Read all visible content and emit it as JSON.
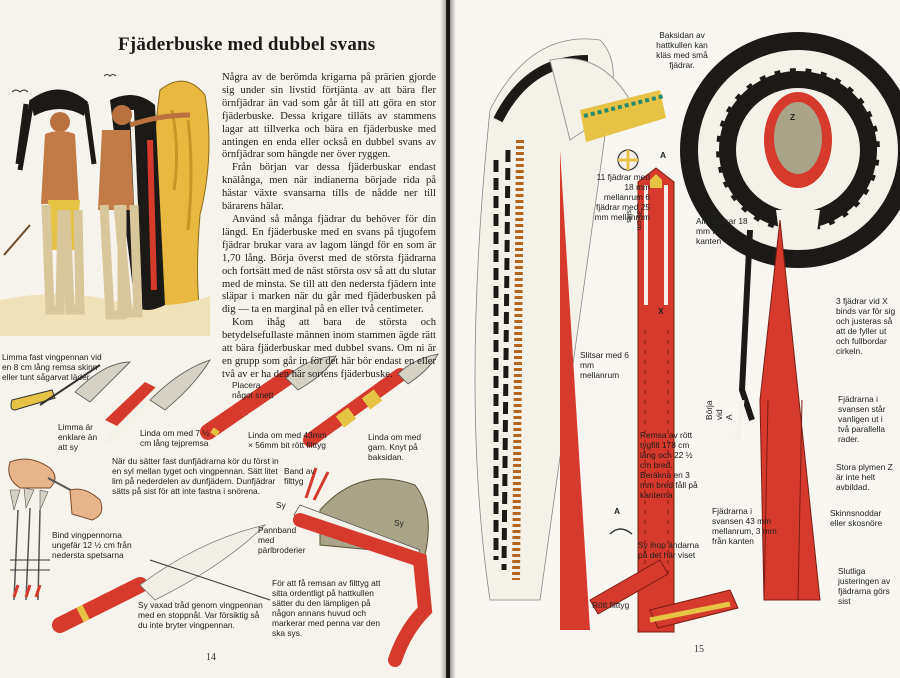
{
  "left_page": {
    "title": "Fjäderbuske med dubbel svans",
    "paragraphs": [
      "Några av de berömda krigarna på prärien gjorde sig under sin livstid förtjänta av att bära fler örnfjädrar än vad som går åt till att göra en stor fjäderbuske. Dessa krigare tilläts av stammens lagar att tillverka och bära en fjäderbuske med antingen en enda eller också en dubbel svans av örnfjädrar som hängde ner över ryggen.",
      "Från början var dessa fjäderbuskar endast knälånga, men när indianerna började rida på hästar växte svansarna tills de nådde ner till bärarens hälar.",
      "Använd så många fjädrar du behöver för din längd. En fjäderbuske med en svans på tjugofem fjädrar brukar vara av lagom längd för en som är 1,70 lång. Börja överst med de största fjädrarna och fortsätt med de näst största osv så att du slutar med de minsta. Se till att den nedersta fjädern inte släpar i marken när du går med fjäderbusken på dig — ta en marginal på en eller två centimeter.",
      "Kom ihåg att bara de största och betydelsefullaste männen inom stammen ägde rätt att bära fjäderbuskar med dubbel svans. Om ni är en grupp som går in för det här bör endast en eller två av er ha den här sortens fjäderbuske."
    ],
    "captions": {
      "c1": "Limma fast vingpennan vid en 8 cm lång remsa skinn eller tunt sågarvat läder",
      "c2": "Limma är enklare än att sy",
      "c3": "Linda om med 7 ½ cm lång tejpremsa",
      "c4": "Placera något snett",
      "c5": "Linda om med 43mm × 56mm bit rött filttyg",
      "c6": "Linda om med garn. Knyt på baksidan.",
      "c7": "När du sätter fast dunfjädrarna kör du först in en syl mellan tyget och vingpennan. Sätt litet lim på nederdelen av dunfjädern. Dunfjädrar sätts på sist för att inte fastna i snörena.",
      "c8": "Bind vingpennorna ungefär 12 ½ cm från nedersta spetsarna",
      "c9": "Band av filttyg",
      "c10": "Sy",
      "c11": "Pannband med pärlbroderier",
      "c12": "Sy",
      "c13": "Sy vaxad tråd genom vingpennan med en stoppnål. Var försiktig så du inte bryter vingpennan.",
      "c14": "För att få remsan av filttyg att sitta ordentligt på hattkullen sätter du den lämpligen på någon annans huvud och markerar med penna var den ska sys."
    },
    "page_number": "14"
  },
  "right_page": {
    "captions": {
      "r1": "Baksidan av hattkullen kan kläs med små fjädrar.",
      "r2": "A",
      "r3": "11 fjädrar med 18 mm mellanrum 6 fjädrar med 25 mm mellanrum",
      "r4": "35 cm slits",
      "r5": "Alla fjädrar 18 mm från kanten",
      "r6": "X",
      "r7": "X",
      "r8": "3 fjädrar vid X binds var för sig och justeras så att de fyller ut och fullbordar cirkeln.",
      "r9": "Slitsar med 6 mm mellanrum",
      "r10": "Remsa av rött tygfilt 178 cm lång och 22 ½ cm bred. Beräkna en 3 mm bred fåll på kanterna",
      "r11": "Börja vid A",
      "r12": "Fjädrarna i svansen står vanligen ut i två parallella rader.",
      "r13": "Stora plymen Z är inte helt avbildad.",
      "r14": "Skinnsnoddar eller skosnöre",
      "r15": "A",
      "r16": "Fjädrarna i svansen 43 mm mellanrum, 3 mm från kanten",
      "r17": "Sy ihop ändarna på det här viset",
      "r18": "Rött filttyg",
      "r19": "Slutliga justeringen av fjädrarna görs sist",
      "r20": "Z"
    },
    "page_number": "15"
  },
  "colors": {
    "paper": "#f6f3ec",
    "felt_red": "#d63a2c",
    "feather_dark": "#1c1a17",
    "feather_light": "#f4f1e8",
    "skin": "#d99a64",
    "yellow": "#e6c245"
  }
}
